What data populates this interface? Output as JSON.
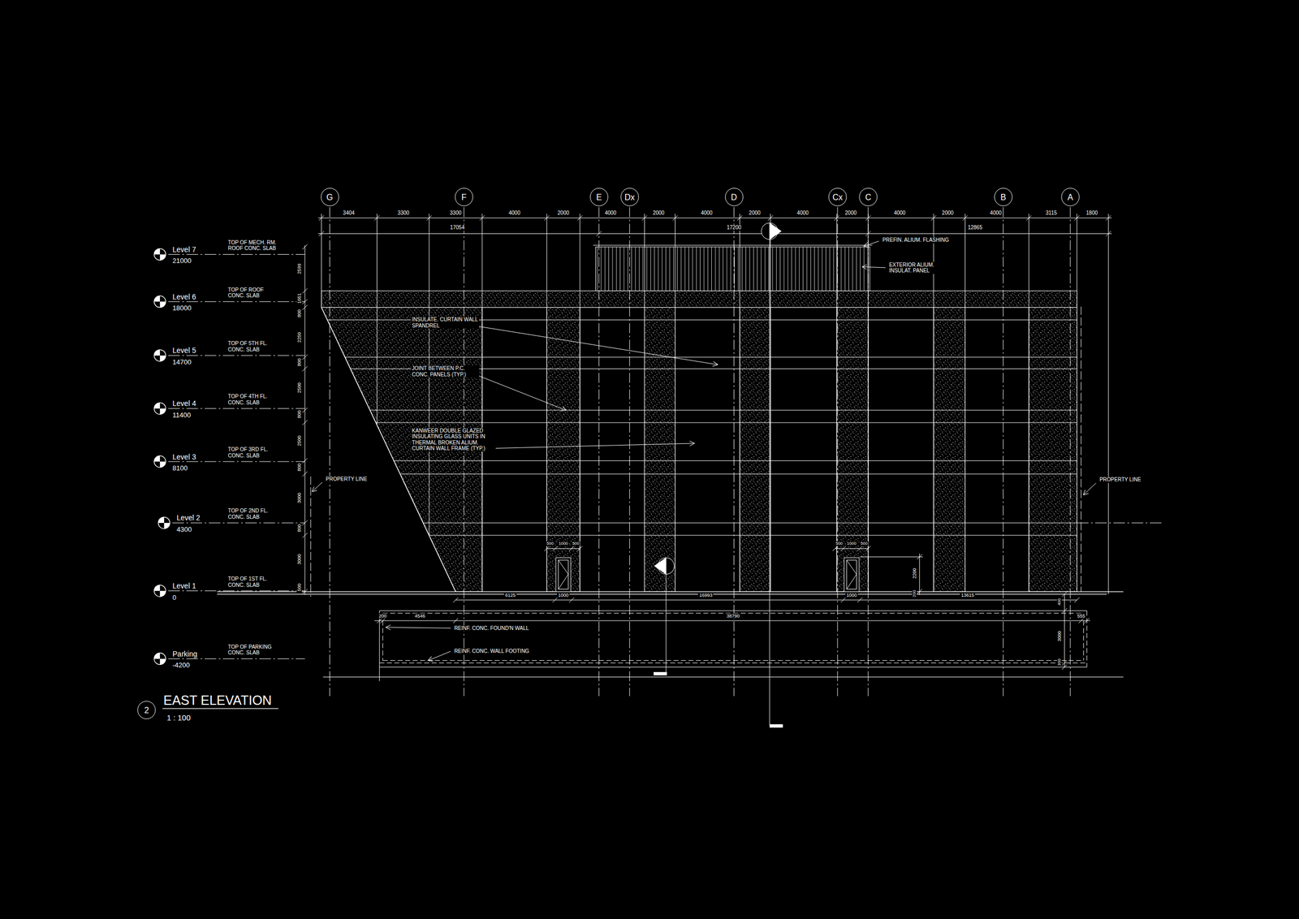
{
  "diagram": {
    "title": "EAST ELEVATION",
    "caption": "1 : 100",
    "nodes": [
      {
        "text": [
          "G"
        ]
      },
      {
        "text": [
          "F"
        ]
      },
      {
        "text": [
          "E"
        ]
      },
      {
        "text": [
          "Dx"
        ]
      },
      {
        "text": [
          "D"
        ]
      },
      {
        "text": [
          "Cx"
        ]
      },
      {
        "text": [
          "C"
        ]
      },
      {
        "text": [
          "B"
        ]
      },
      {
        "text": [
          "A"
        ]
      },
      {
        "text": [
          "2"
        ]
      }
    ],
    "labels": [
      "3404",
      "3300",
      "3300",
      "4000",
      "2000",
      "4000",
      "2000",
      "4000",
      "2000",
      "4000",
      "2000",
      "4000",
      "2000",
      "4000",
      "3115",
      "1800",
      "17054",
      "17200",
      "12865",
      "2599",
      "1051",
      "800",
      "2250",
      "800",
      "2500",
      "800",
      "2500",
      "800",
      "3000",
      "800",
      "3000",
      "500",
      "Level 7",
      "21000",
      "TOP OF MECH. RM. ROOF CONC. SLAB",
      "Level 6",
      "18000",
      "TOP OF ROOF CONC. SLAB",
      "Level 5",
      "14700",
      "TOP OF 5TH FL. CONC. SLAB",
      "Level 4",
      "11400",
      "TOP OF 4TH FL. CONC. SLAB",
      "Level 3",
      "8100",
      "TOP OF 3RD FL. CONC. SLAB",
      "Level 2",
      "4300",
      "TOP OF 2ND FL. CONC. SLAB",
      "Level 1",
      "0",
      "TOP OF 1ST FL. CONC. SLAB",
      "Parking",
      "-4200",
      "TOP OF PARKING CONC. SLAB",
      "PREFIN. ALIUM. FLASHING",
      "EXTERIOR ALIUM. INSULAT. PANEL",
      "INSULATE. CURTAIN WALL SPANDREL",
      "JOINT BETWEEN P.C. CONC. PANELS (TYP.)",
      "KANWEER DOUBLE GLAZED INSULATING GLASS UNITS IN THERMAL BROKEN ALIUM. CURTAIN WALL FRAME (TYP.)",
      "PROPERTY LINE",
      "PROPERTY LINE",
      "REINF. CONC. FOUND'N WALL",
      "REINF. CONC. WALL FOOTING",
      "500",
      "1000",
      "500",
      "500",
      "1000",
      "500",
      "2200",
      "200",
      "6125",
      "1000",
      "16993",
      "1000",
      "13615",
      "200",
      "4546",
      "38790",
      "555",
      "400",
      "3000",
      "300"
    ]
  }
}
